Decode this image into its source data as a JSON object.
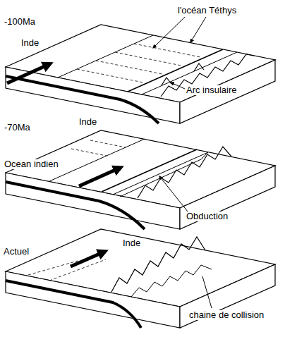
{
  "diagram": {
    "labels": [
      "l'océan Téthys",
      "-100Ma",
      "Inde",
      "Arc insulaire",
      "-70Ma",
      "Inde",
      "Ocean indien",
      "Obduction",
      "Actuel",
      "Inde",
      "chaine de collision"
    ]
  }
}
